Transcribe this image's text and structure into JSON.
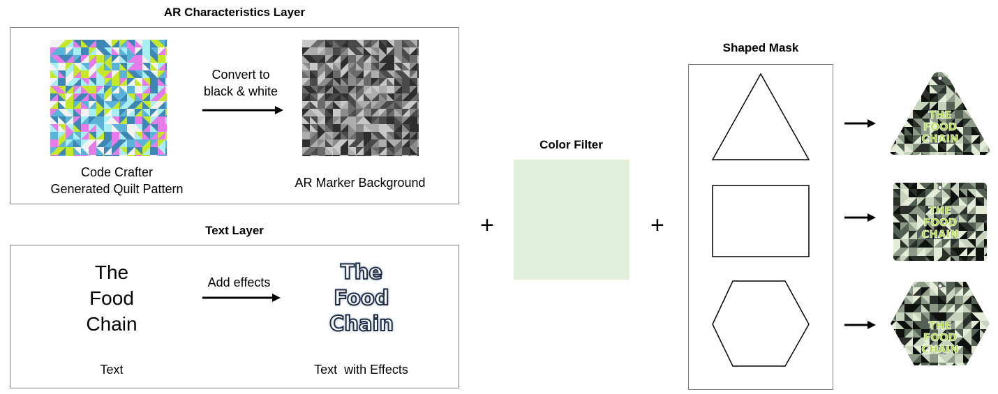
{
  "ar_layer": {
    "title": "AR Characteristics Layer",
    "arrow_label": "Convert to\nblack & white",
    "source_caption": "Code Crafter\nGenerated Quilt Pattern",
    "result_caption": "AR Marker Background"
  },
  "text_layer": {
    "title": "Text Layer",
    "plain_text": "The\nFood\nChain",
    "arrow_label": "Add effects",
    "effect_text": "The\nFood\nChain",
    "plain_caption": "Text",
    "effect_caption": "Text  with Effects"
  },
  "color_filter": {
    "title": "Color Filter",
    "color": "#e2efda"
  },
  "shaped_mask": {
    "title": "Shaped Mask",
    "shapes": [
      "triangle",
      "rectangle",
      "hexagon"
    ]
  },
  "operators": {
    "plus_1": "+",
    "plus_2": "+"
  },
  "result_tag": {
    "text_lines": [
      "THE",
      "FOOD",
      "CHAIN"
    ],
    "text_color": "#a8d830",
    "pattern_colors": [
      "#2b2f2a",
      "#556055",
      "#8e9a88",
      "#c8d3bd",
      "#e4ecd8",
      "#0f110f"
    ]
  },
  "quilt_colors": [
    "#e67ce9",
    "#3d86b6",
    "#c6e82a",
    "#a9eef3",
    "#5bb3d8",
    "#f3f3f3"
  ],
  "bw_colors": [
    "#2e2e2e",
    "#4a4a4a",
    "#6b6b6b",
    "#8c8c8c",
    "#adadad",
    "#c8c8c8"
  ]
}
